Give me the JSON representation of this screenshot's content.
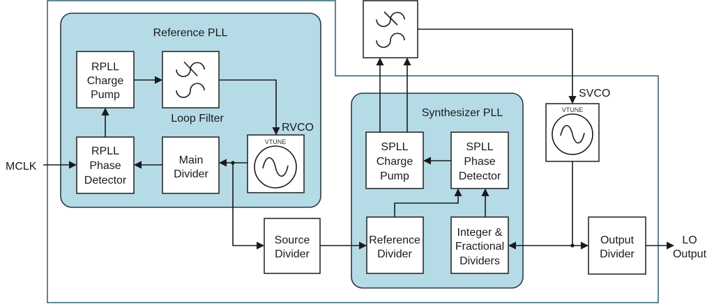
{
  "diagram": {
    "colors": {
      "pll_fill": "#b5dbe7",
      "pll_border": "#2a3a40",
      "outer_border": "#4a7888",
      "block_fill": "#ffffff",
      "line": "#1a1a1a"
    },
    "groups": {
      "reference_pll": {
        "title": "Reference PLL"
      },
      "synthesizer_pll": {
        "title": "Synthesizer PLL"
      }
    },
    "blocks": {
      "rpll_charge_pump": [
        "RPLL",
        "Charge",
        "Pump"
      ],
      "rpll_loop_filter": {
        "caption": "Loop Filter",
        "icon": "filter-icon"
      },
      "rpll_phase_detector": [
        "RPLL",
        "Phase",
        "Detector"
      ],
      "main_divider": [
        "Main",
        "Divider"
      ],
      "rvco": {
        "label": "RVCO",
        "tune": "VTUNE",
        "icon": "oscillator-icon"
      },
      "source_divider": [
        "Source",
        "Divider"
      ],
      "spll_loop_filter": {
        "icon": "filter-icon"
      },
      "spll_charge_pump": [
        "SPLL",
        "Charge",
        "Pump"
      ],
      "spll_phase_detector": [
        "SPLL",
        "Phase",
        "Detector"
      ],
      "reference_divider": [
        "Reference",
        "Divider"
      ],
      "int_frac_dividers": [
        "Integer &",
        "Fractional",
        "Dividers"
      ],
      "svco": {
        "label": "SVCO",
        "tune": "VTUNE",
        "icon": "oscillator-icon"
      },
      "output_divider": [
        "Output",
        "Divider"
      ]
    },
    "io": {
      "input": "MCLK",
      "output": [
        "LO",
        "Output"
      ]
    }
  }
}
